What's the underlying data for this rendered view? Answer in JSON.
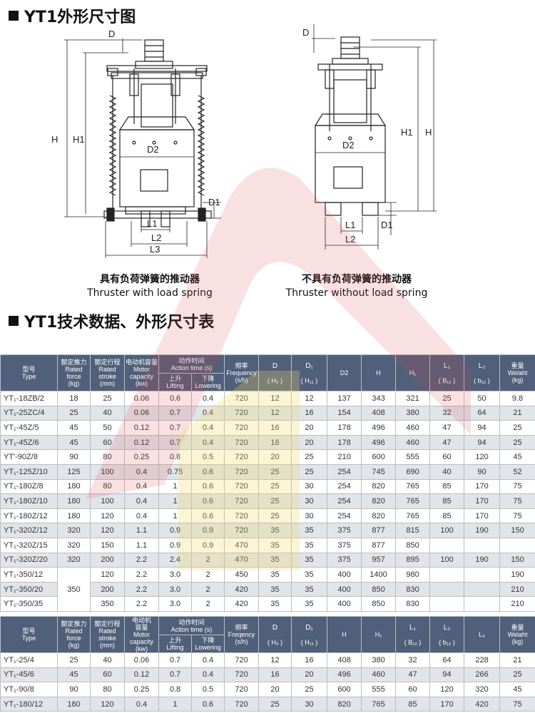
{
  "section1": {
    "title": "YT1外形尺寸图"
  },
  "section2": {
    "title": "YT1技术数据、外形尺寸表"
  },
  "drawing_left": {
    "caption_cn": "具有负荷弹簧的推动器",
    "caption_en": "Thruster with load spring",
    "labels": {
      "D": "D",
      "H": "H",
      "H1": "H1",
      "D2": "D2",
      "D1": "D1",
      "L1": "L1",
      "L2": "L2",
      "L3": "L3"
    }
  },
  "drawing_right": {
    "caption_cn": "不具有负荷弹簧的推动器",
    "caption_en": "Thruster without load spring",
    "labels": {
      "D": "D",
      "H": "H",
      "H1": "H1",
      "D2": "D2",
      "D1": "D1",
      "L1": "L1",
      "L2": "L2"
    }
  },
  "colors": {
    "header_bg": "#51607a",
    "row_alt": "#e1e5ea",
    "watermark_red": "#d9434c",
    "watermark_yellow": "#f2d867"
  },
  "table1": {
    "headers": {
      "type": {
        "cn": "型号",
        "en": "Type"
      },
      "force": {
        "cn": "额定推力",
        "en1": "Rated",
        "en2": "force",
        "unit": "(kg)"
      },
      "stroke": {
        "cn": "额定行程",
        "en1": "Rated",
        "en2": "stroke",
        "unit": "(mm)"
      },
      "motor": {
        "cn": "电动机容量",
        "en1": "Motor",
        "en2": "capacity",
        "unit": "(kw)"
      },
      "action": {
        "cn": "动作时间",
        "en": "Action time (s)"
      },
      "lift": {
        "cn": "上升",
        "en": "Lifting"
      },
      "lower": {
        "cn": "下降",
        "en": "Lowering"
      },
      "freq": {
        "cn": "频率",
        "en": "Frequency",
        "unit": "(s/h)"
      },
      "D": {
        "top": "D",
        "bot": "( H₉ )"
      },
      "D1": {
        "top": "D₁",
        "bot": "( H₁₁ )"
      },
      "D2": "D2",
      "H": "H",
      "H1": "H₁",
      "L1": {
        "top": "L₁",
        "bot": "( B₁₂ )"
      },
      "L2": {
        "top": "L₂",
        "bot": "( b₁₂ )"
      },
      "weight": {
        "en1": "重量",
        "en2": "Welaht",
        "unit": "(kg)"
      }
    },
    "rows": [
      [
        "YT₁-18ZB/2",
        "18",
        "25",
        "0.06",
        "0.6",
        "0.4",
        "720",
        "12",
        "12",
        "137",
        "343",
        "321",
        "25",
        "50",
        "9.8"
      ],
      [
        "YT₁-25ZC/4",
        "25",
        "40",
        "0.06",
        "0.7",
        "0.4",
        "720",
        "12",
        "16",
        "154",
        "408",
        "380",
        "32",
        "64",
        "21"
      ],
      [
        "YT₁-45Z/5",
        "45",
        "50",
        "0.12",
        "0.7",
        "0.4",
        "720",
        "16",
        "20",
        "178",
        "496",
        "460",
        "47",
        "94",
        "25"
      ],
      [
        "YT₁-45Z/6",
        "45",
        "60",
        "0.12",
        "0.7",
        "0.4",
        "720",
        "16",
        "20",
        "178",
        "496",
        "460",
        "47",
        "94",
        "25"
      ],
      [
        "YT'-90Z/8",
        "90",
        "80",
        "0.25",
        "0.8",
        "0.5",
        "720",
        "20",
        "25",
        "210",
        "600",
        "555",
        "60",
        "120",
        "45"
      ],
      [
        "YT₁-125Z/10",
        "125",
        "100",
        "0.4",
        "0.75",
        "0.6",
        "720",
        "25",
        "25",
        "254",
        "745",
        "690",
        "40",
        "90",
        "52"
      ],
      [
        "YT₁-180Z/8",
        "180",
        "80",
        "0.4",
        "1",
        "0.6",
        "720",
        "25",
        "30",
        "254",
        "820",
        "765",
        "85",
        "170",
        "75"
      ],
      [
        "YT₁-180Z/10",
        "180",
        "100",
        "0.4",
        "1",
        "0.6",
        "720",
        "25",
        "30",
        "254",
        "820",
        "765",
        "85",
        "170",
        "75"
      ],
      [
        "YT₁-180Z/12",
        "180",
        "120",
        "0.4",
        "1",
        "0.6",
        "720",
        "25",
        "30",
        "254",
        "820",
        "765",
        "85",
        "170",
        "75"
      ],
      [
        "YT₁-320Z/12",
        "320",
        "120",
        "1.1",
        "0.9",
        "0.9",
        "720",
        "35",
        "35",
        "375",
        "877",
        "815",
        "100",
        "190",
        "150"
      ],
      [
        "YT₁-320Z/15",
        "320",
        "150",
        "1.1",
        "0.9",
        "0.9",
        "470",
        "35",
        "35",
        "375",
        "877",
        "850",
        "",
        "",
        ""
      ],
      [
        "YT₁-320Z/20",
        "320",
        "200",
        "2.2",
        "2.4",
        "2",
        "470",
        "35",
        "35",
        "375",
        "957",
        "895",
        "100",
        "190",
        "150"
      ],
      [
        "YT₁-350/12",
        "",
        "120",
        "2.2",
        "3.0",
        "2",
        "450",
        "35",
        "35",
        "400",
        "1400",
        "980",
        "",
        "",
        "190"
      ],
      [
        "YT₁-350/20",
        "350",
        "200",
        "2.2",
        "3.0",
        "2",
        "420",
        "35",
        "35",
        "400",
        "850",
        "830",
        "",
        "",
        "210"
      ],
      [
        "YT₁-350/35",
        "",
        "350",
        "2.2",
        "3.0",
        "2",
        "420",
        "35",
        "35",
        "400",
        "850",
        "830",
        "",
        "",
        "210"
      ]
    ]
  },
  "table2": {
    "headers": {
      "type": {
        "cn": "型号",
        "en": "Type"
      },
      "force": {
        "cn": "额定推力",
        "en1": "Rated",
        "en2": "force",
        "unit": "(kg)"
      },
      "stroke": {
        "cn": "额定行程",
        "en1": "Rated",
        "en2": "stroke",
        "unit": "(mm)"
      },
      "motor": {
        "cn1": "电动机",
        "cn2": "容量",
        "en1": "Motor",
        "en2": "capacity",
        "unit": "(kw)"
      },
      "action": {
        "cn": "动作时间",
        "en": "Action time (s)"
      },
      "lift": {
        "cn": "上升",
        "en": "Lifting"
      },
      "lower": {
        "cn": "下降",
        "en": "Lowering"
      },
      "freq": {
        "cn": "频率",
        "en": "Freqency",
        "unit": "(s/h)"
      },
      "D": {
        "top": "D",
        "bot": "( H₉ )"
      },
      "D1": {
        "top": "D₁",
        "bot": "( H₁₁ )"
      },
      "H": "H",
      "H1": "H₁",
      "L1": {
        "top": "L₁",
        "bot": "( B₁₂ )"
      },
      "L2": {
        "top": "L₂",
        "bot": "( b₁₂ )"
      },
      "L3": "L₃",
      "weight": {
        "en1": "重量",
        "en2": "Welaht",
        "unit": "(kg)"
      }
    },
    "rows": [
      [
        "YT₁-25/4",
        "25",
        "40",
        "0.06",
        "0.7",
        "0.4",
        "720",
        "12",
        "16",
        "408",
        "380",
        "32",
        "64",
        "228",
        "21"
      ],
      [
        "YT₁-45/6",
        "45",
        "60",
        "0.12",
        "0.7",
        "0.4",
        "720",
        "16",
        "20",
        "496",
        "460",
        "47",
        "94",
        "266",
        "25"
      ],
      [
        "YT₁-90/8",
        "90",
        "80",
        "0.25",
        "0.8",
        "0.5",
        "720",
        "20",
        "25",
        "600",
        "555",
        "60",
        "120",
        "320",
        "45"
      ],
      [
        "YT₁-180/12",
        "180",
        "120",
        "0.4",
        "1",
        "0.6",
        "720",
        "25",
        "30",
        "820",
        "765",
        "85",
        "170",
        "420",
        "75"
      ]
    ]
  }
}
